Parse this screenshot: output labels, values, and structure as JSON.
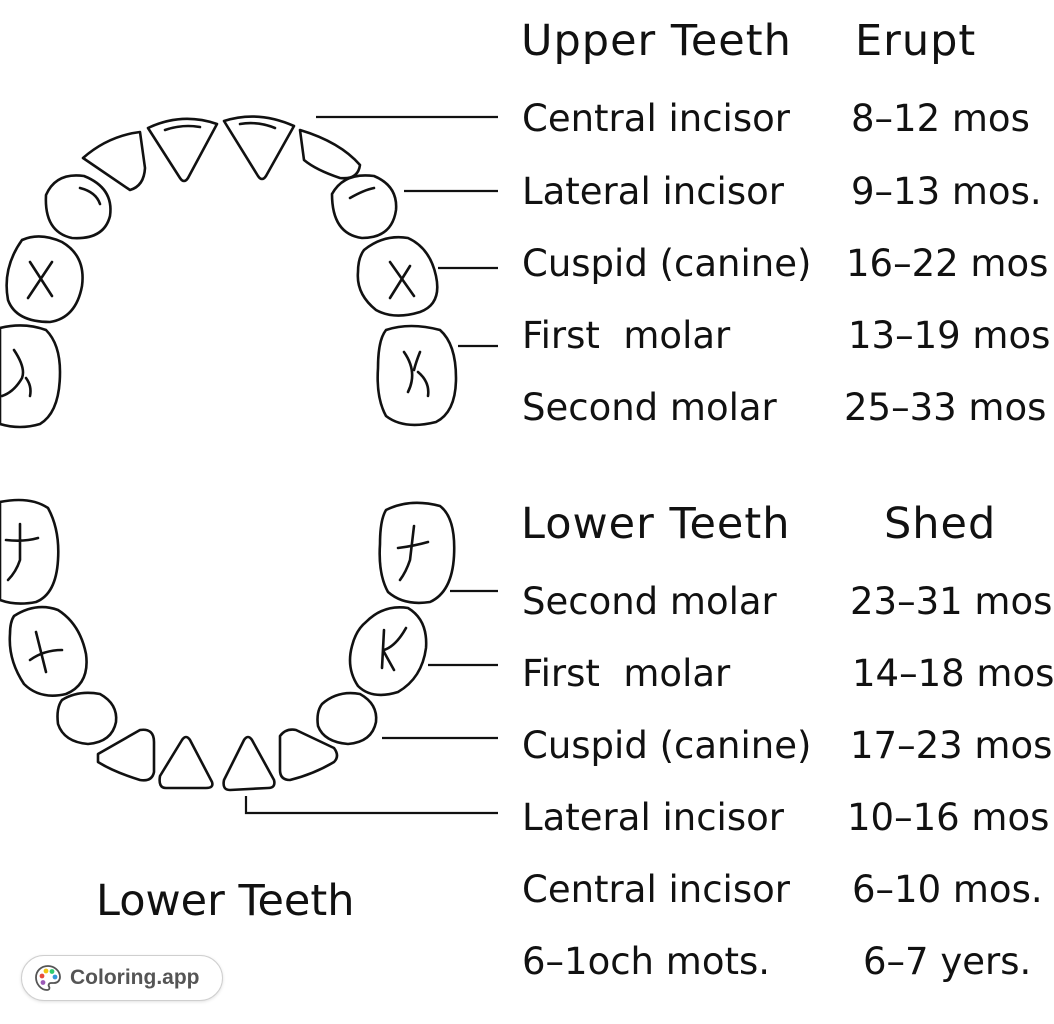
{
  "upper": {
    "title": "Upper Teeth",
    "column_title": "Erupt",
    "rows": [
      {
        "label": "Central incisor",
        "value": "8–12 mos"
      },
      {
        "label": "Lateral incisor",
        "value": "9–13 mos."
      },
      {
        "label": "Cuspid (canine)",
        "value": "16–22 mos"
      },
      {
        "label": "First  molar",
        "value": "13–19 mos"
      },
      {
        "label": "Second molar",
        "value": "25–33 mos"
      }
    ]
  },
  "lower": {
    "title": "Lower Teeth",
    "column_title": "Shed",
    "rows": [
      {
        "label": "Second molar",
        "value": "23–31 mos"
      },
      {
        "label": "First  molar",
        "value": "14–18 mos"
      },
      {
        "label": "Cuspid (canine)",
        "value": "17–23 mos"
      },
      {
        "label": "Lateral incisor",
        "value": "10–16 mos"
      },
      {
        "label": "Central incisor",
        "value": "6–10 mos."
      },
      {
        "label": "6–1och mots.",
        "value": "6–7 yers."
      }
    ]
  },
  "bottom_title": "Lower Teeth",
  "badge": {
    "text": "Coloring.app",
    "icon": "palette-icon"
  },
  "colors": {
    "ink": "#111111",
    "background": "#ffffff"
  }
}
